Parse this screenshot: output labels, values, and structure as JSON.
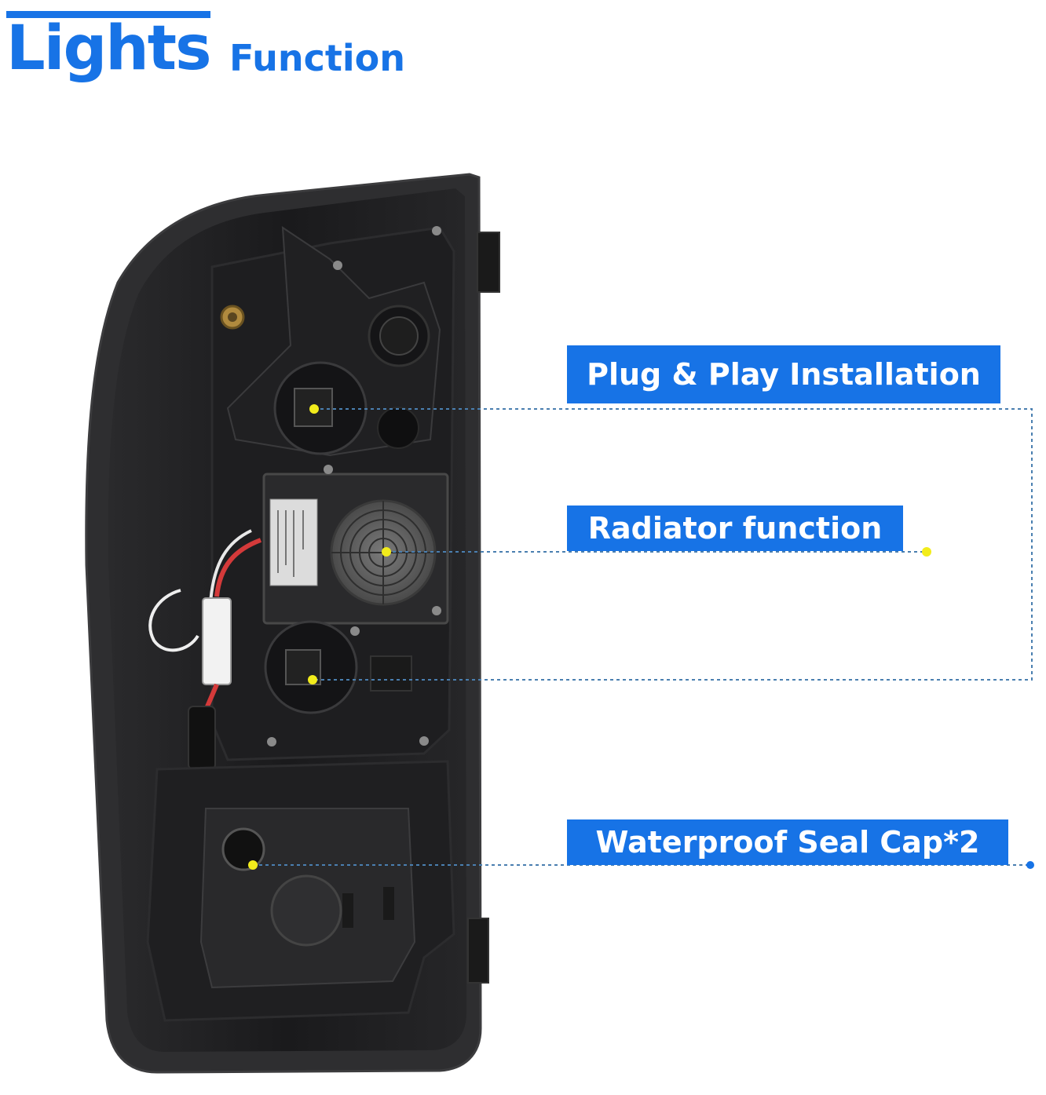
{
  "header": {
    "title_main": "Lights",
    "title_sub": "Function"
  },
  "callouts": [
    {
      "id": "plug",
      "label": "Plug & Play Installation"
    },
    {
      "id": "radiator",
      "label": "Radiator function"
    },
    {
      "id": "seal",
      "label": "Waterproof Seal Cap*2"
    }
  ],
  "colors": {
    "accent_blue": "#1773e6",
    "marker_yellow": "#f2ec1b",
    "leader_line": "#4a7fb0",
    "housing_dark": "#1c1c1e"
  },
  "icons": [
    "lamp-housing-image",
    "marker-dot-icon"
  ]
}
